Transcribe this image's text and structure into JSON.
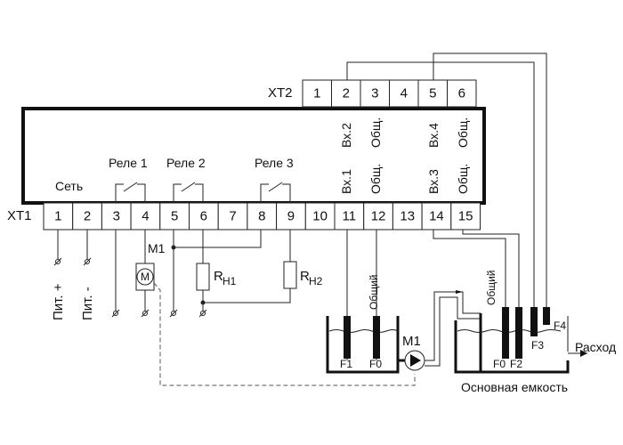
{
  "xt1": {
    "label": "XT1",
    "terminals": [
      "1",
      "2",
      "3",
      "4",
      "5",
      "6",
      "7",
      "8",
      "9",
      "10",
      "11",
      "12",
      "13",
      "14",
      "15"
    ]
  },
  "xt2": {
    "label": "XT2",
    "terminals": [
      "1",
      "2",
      "3",
      "4",
      "5",
      "6"
    ]
  },
  "device": {
    "set_label": "Сеть",
    "relays": [
      "Реле 1",
      "Реле 2",
      "Реле 3"
    ],
    "inputs_bottom": [
      "Вх.1",
      "Общ.",
      "Вх.3",
      "Общ."
    ],
    "inputs_top": [
      "Вх.2",
      "Общ.",
      "Вх.4",
      "Общ."
    ]
  },
  "power": {
    "plus": "Пит. +",
    "minus": "Пит. -"
  },
  "motor": {
    "label": "M1",
    "symbol": "M"
  },
  "loads": {
    "rh1": "R",
    "rh1_sub": "H1",
    "rh2": "R",
    "rh2_sub": "H2"
  },
  "pump": {
    "label": "M1"
  },
  "small_tank": {
    "common": "Общий",
    "f1": "F1",
    "f0": "F0"
  },
  "main_tank": {
    "common": "Общий",
    "f0": "F0",
    "f2": "F2",
    "f3": "F3",
    "f4": "F4",
    "outflow": "Расход",
    "caption": "Основная емкость"
  },
  "colors": {
    "line": "#222222",
    "background": "#ffffff"
  }
}
